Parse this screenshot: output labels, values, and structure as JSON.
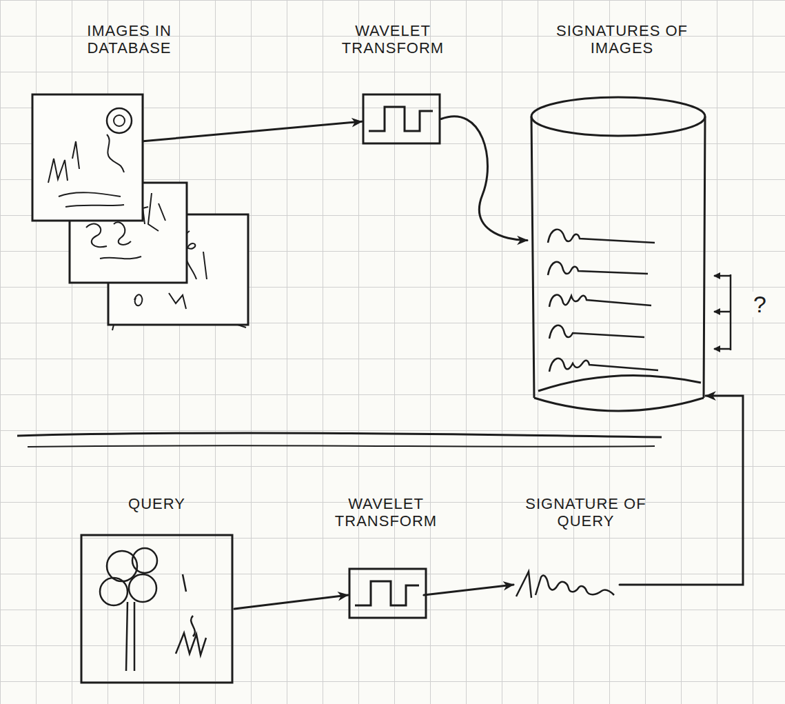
{
  "diagram": {
    "nodes": [
      {
        "text": [
          "IMAGES IN DATABASE"
        ]
      },
      {
        "text": [
          "WAVELET TRANSFORM"
        ]
      },
      {
        "text": [
          "SIGNATURES OF IMAGES"
        ]
      },
      {
        "text": [
          "QUERY"
        ]
      },
      {
        "text": [
          "WAVELET TRANSFORM"
        ]
      },
      {
        "text": [
          "SIGNATURE OF QUERY"
        ]
      }
    ],
    "edges": [
      {
        "from": 0,
        "to": 1,
        "arrow": "to"
      },
      {
        "from": 1,
        "to": 2,
        "arrow": "to"
      },
      {
        "from": 3,
        "to": 4,
        "arrow": "to"
      },
      {
        "from": 4,
        "to": 5,
        "arrow": "to"
      },
      {
        "from": 5,
        "to": 2,
        "arrow": "to",
        "label": "?"
      }
    ]
  }
}
